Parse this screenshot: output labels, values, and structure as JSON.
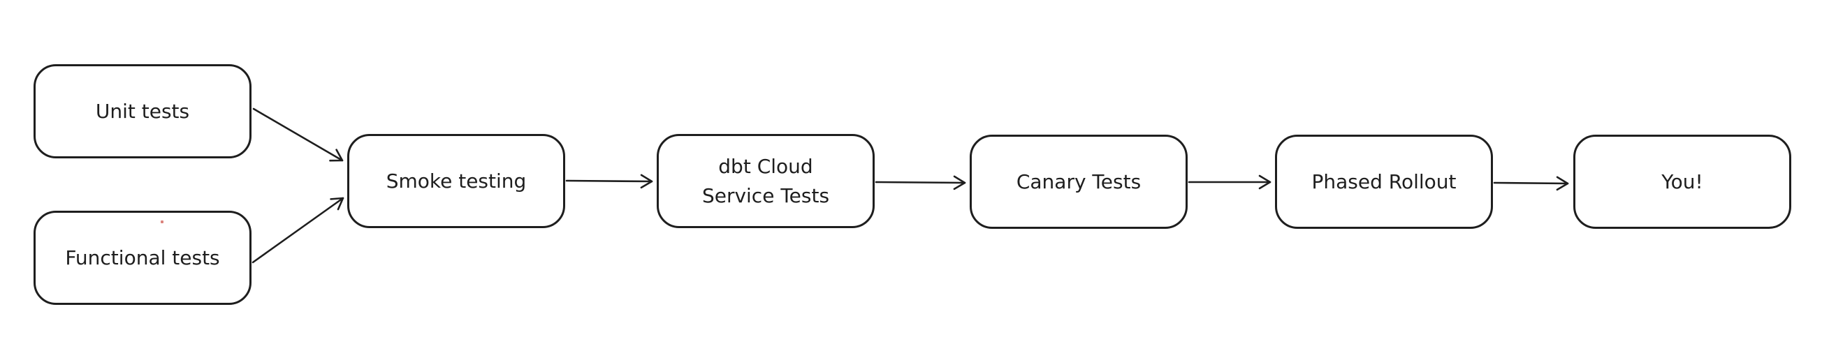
{
  "diagram": {
    "title": "Testing and rollout pipeline flowchart",
    "colors": {
      "background": "#ffffff",
      "stroke": "#1e1e1e",
      "node_fill": "#ffffff",
      "stray_dot": "#cf5a52"
    },
    "nodes": [
      {
        "id": "unit-tests",
        "label": "Unit tests"
      },
      {
        "id": "functional-tests",
        "label": "Functional tests"
      },
      {
        "id": "smoke-testing",
        "label": "Smoke testing"
      },
      {
        "id": "dbt-cloud-service-tests",
        "label": "dbt Cloud\nService Tests"
      },
      {
        "id": "canary-tests",
        "label": "Canary Tests"
      },
      {
        "id": "phased-rollout",
        "label": "Phased Rollout"
      },
      {
        "id": "you",
        "label": "You!"
      }
    ],
    "edges": [
      {
        "from": "unit-tests",
        "to": "smoke-testing"
      },
      {
        "from": "functional-tests",
        "to": "smoke-testing"
      },
      {
        "from": "smoke-testing",
        "to": "dbt-cloud-service-tests"
      },
      {
        "from": "dbt-cloud-service-tests",
        "to": "canary-tests"
      },
      {
        "from": "canary-tests",
        "to": "phased-rollout"
      },
      {
        "from": "phased-rollout",
        "to": "you"
      }
    ]
  }
}
